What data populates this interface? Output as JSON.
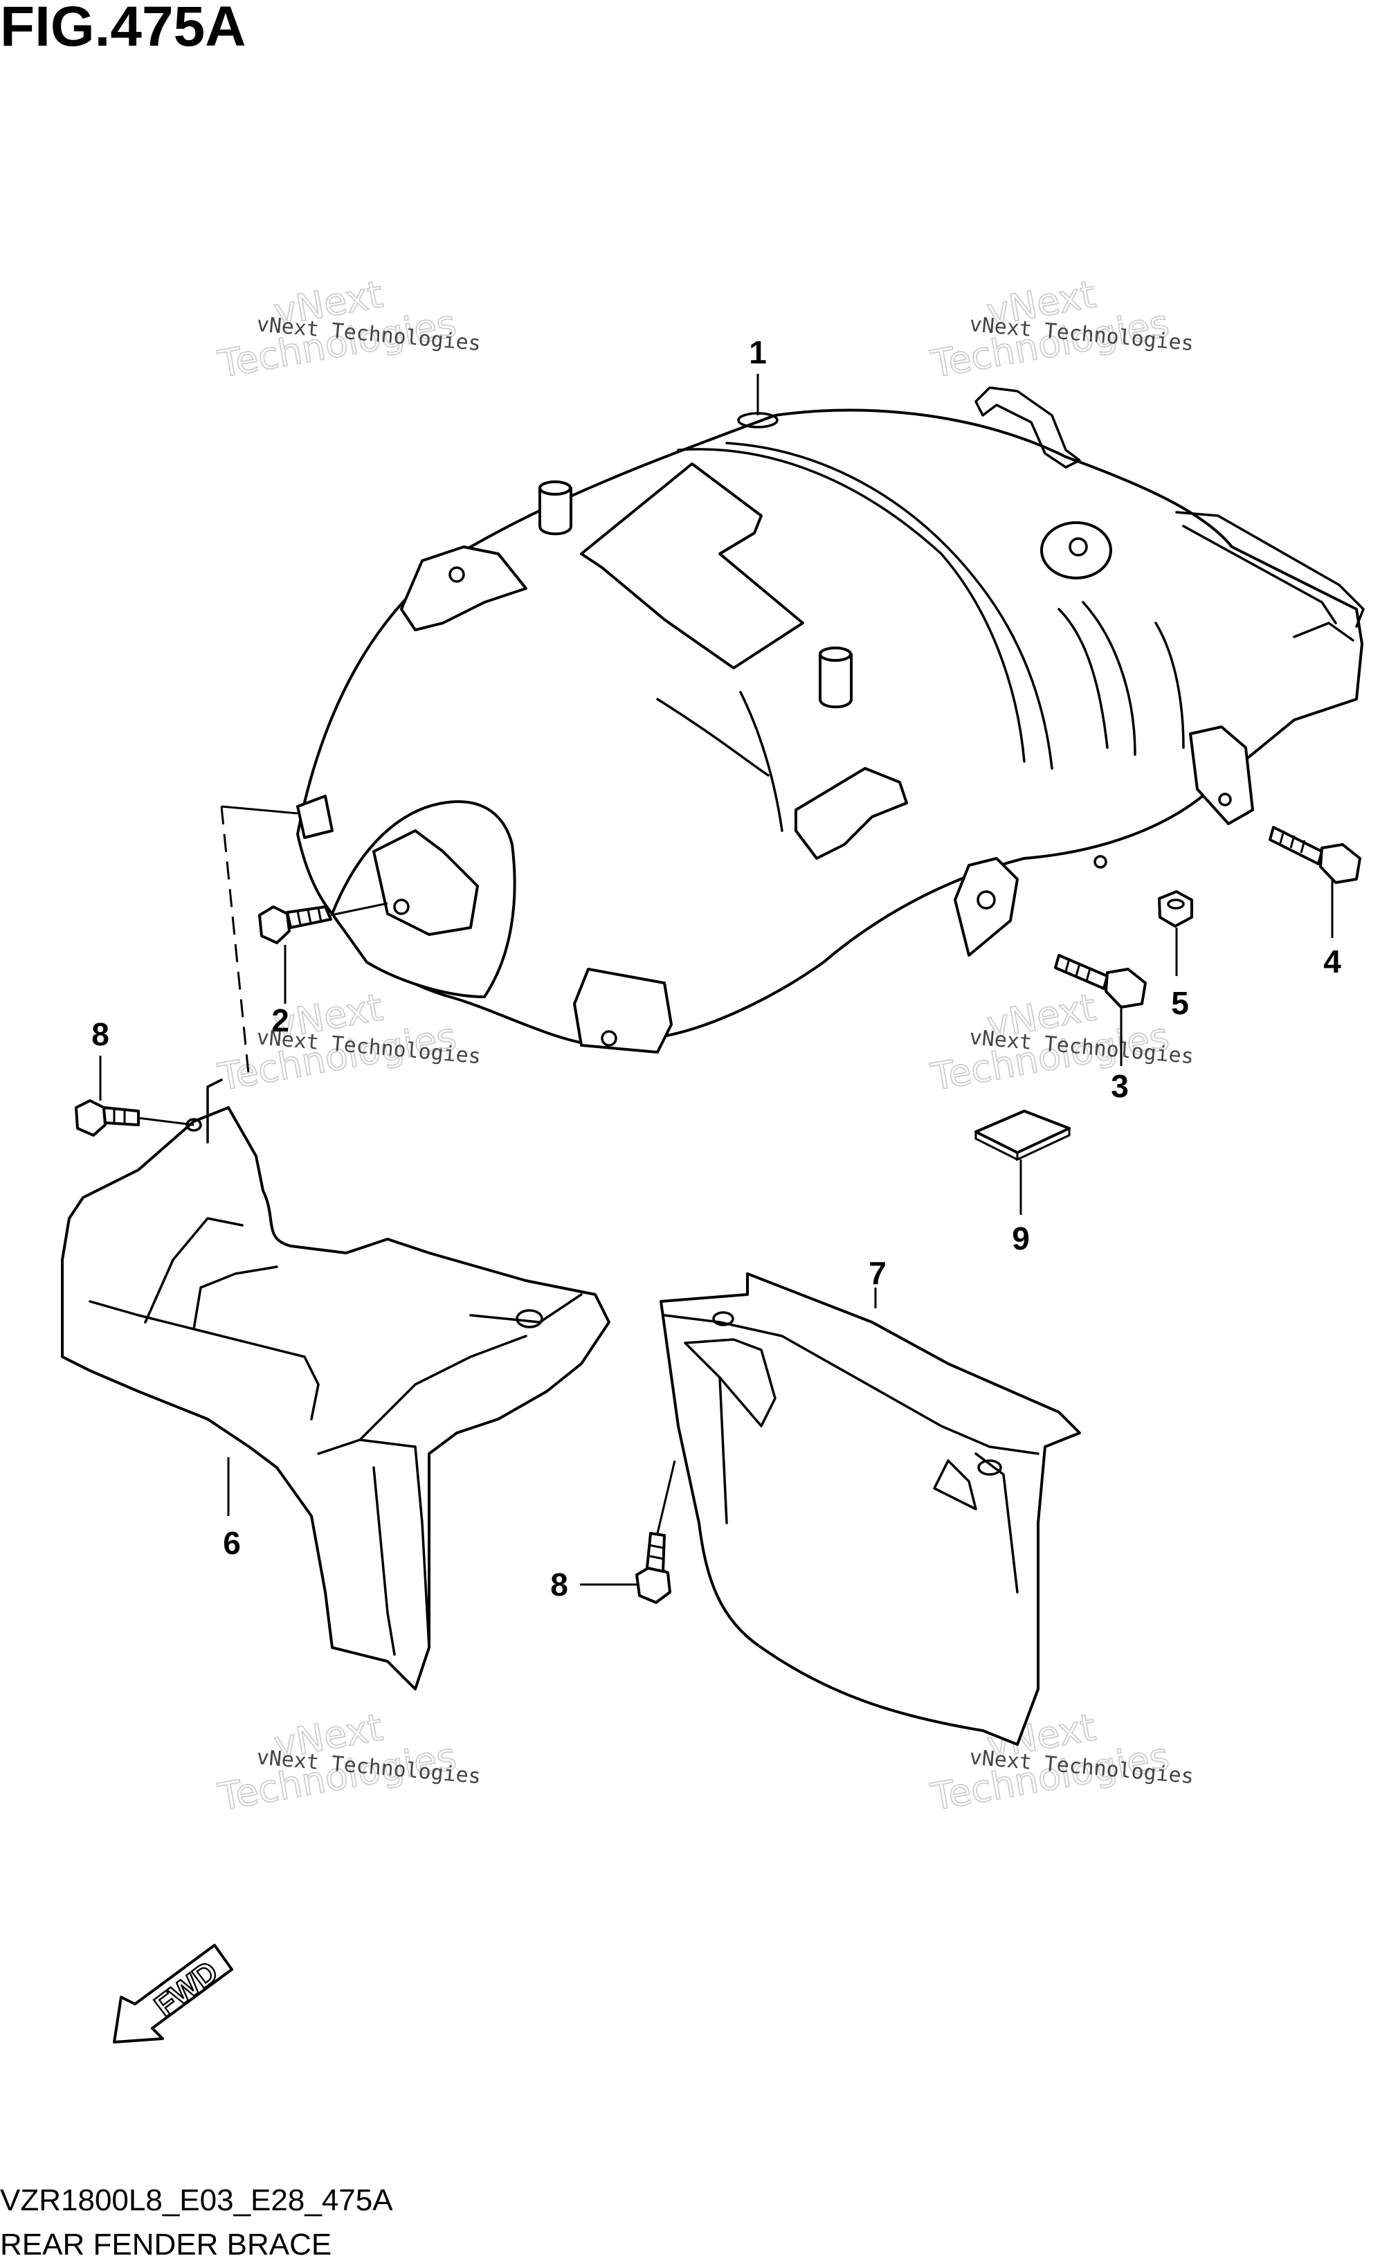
{
  "title": "FIG.475A",
  "footer": {
    "code": "VZR1800L8_E03_E28_475A",
    "caption": "REAR FENDER BRACE"
  },
  "fwd_label": "FWD",
  "watermark": {
    "line_small": "vNext Technologies",
    "line_big_top": "vNext",
    "line_big_bottom": "Technologies"
  },
  "callouts": [
    {
      "id": "1",
      "label": "1"
    },
    {
      "id": "2",
      "label": "2"
    },
    {
      "id": "3",
      "label": "3"
    },
    {
      "id": "4",
      "label": "4"
    },
    {
      "id": "5",
      "label": "5"
    },
    {
      "id": "6",
      "label": "6"
    },
    {
      "id": "7",
      "label": "7"
    },
    {
      "id": "8a",
      "label": "8"
    },
    {
      "id": "8b",
      "label": "8"
    },
    {
      "id": "9",
      "label": "9"
    }
  ]
}
